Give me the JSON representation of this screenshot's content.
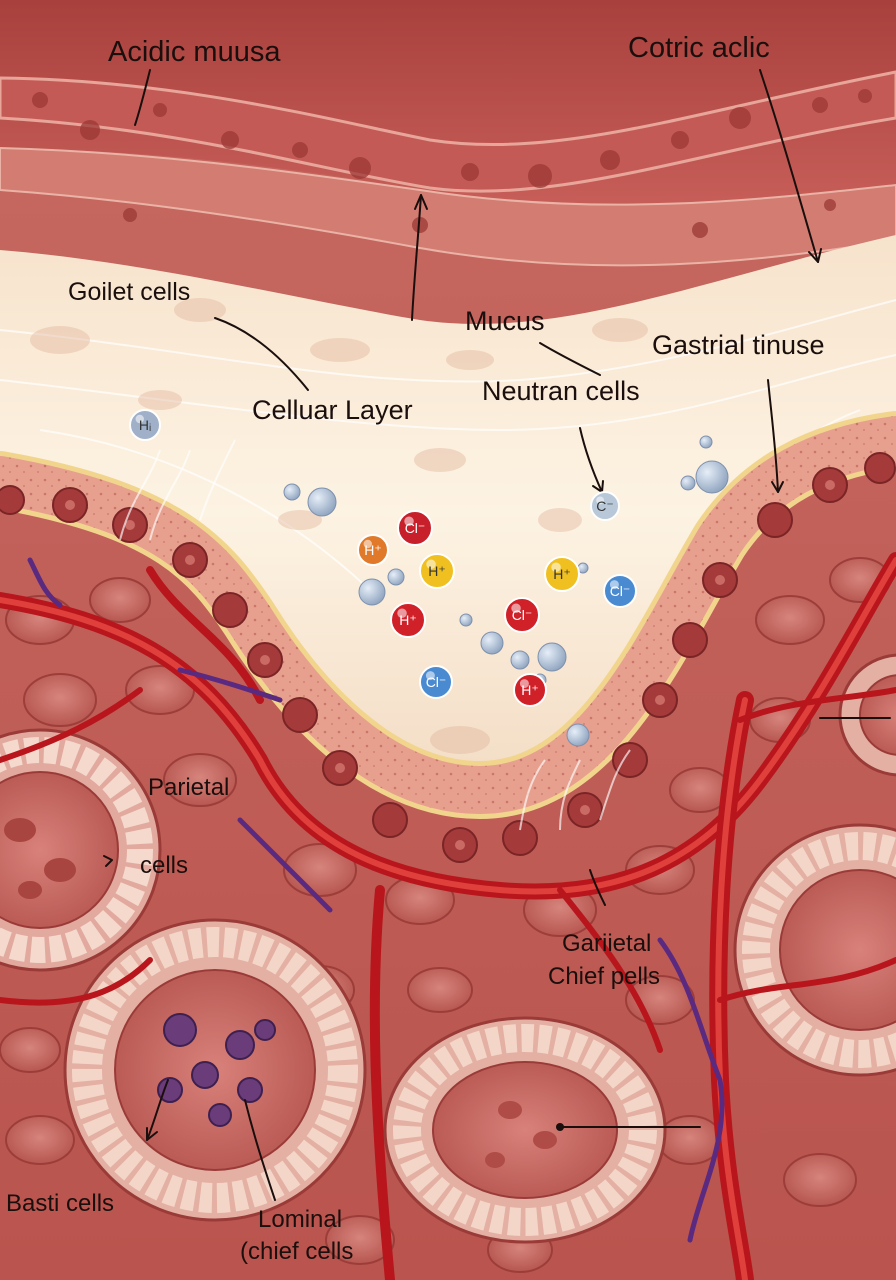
{
  "labels": {
    "acidic_mucosa": "Acidic muusa",
    "cotric_aclic": "Cotric aclic",
    "goilet_cells": "Goilet cells",
    "mucus": "Mucus",
    "gastrial_tinuse": "Gastrial tinuse",
    "cellular_layer": "Celluar Layer",
    "neutran_cells": "Neutran cells",
    "parietal": "Parietal",
    "parietal_cells": "cells",
    "gariietal": "Gariietal",
    "chief_pells": "Chief pells",
    "basti_cells": "Basti cells",
    "lominal": "Lominal",
    "chief_cells": "(chief cells"
  },
  "ions": [
    {
      "symbol": "Hᵢ",
      "color": "#9fb0c8"
    },
    {
      "symbol": "Cl⁻",
      "color": "#c8202a"
    },
    {
      "symbol": "H⁺",
      "color": "#e07a2a"
    },
    {
      "symbol": "H⁺",
      "color": "#f0c020"
    },
    {
      "symbol": "H⁺",
      "color": "#f0c020"
    },
    {
      "symbol": "H⁺",
      "color": "#d02028"
    },
    {
      "symbol": "Cl⁻",
      "color": "#d02028"
    },
    {
      "symbol": "C⁻",
      "color": "#b8c8d8"
    },
    {
      "symbol": "Cl⁻",
      "color": "#4a8ad0"
    },
    {
      "symbol": "Cl⁻",
      "color": "#4a8ad0"
    },
    {
      "symbol": "H⁺",
      "color": "#d02028"
    }
  ]
}
